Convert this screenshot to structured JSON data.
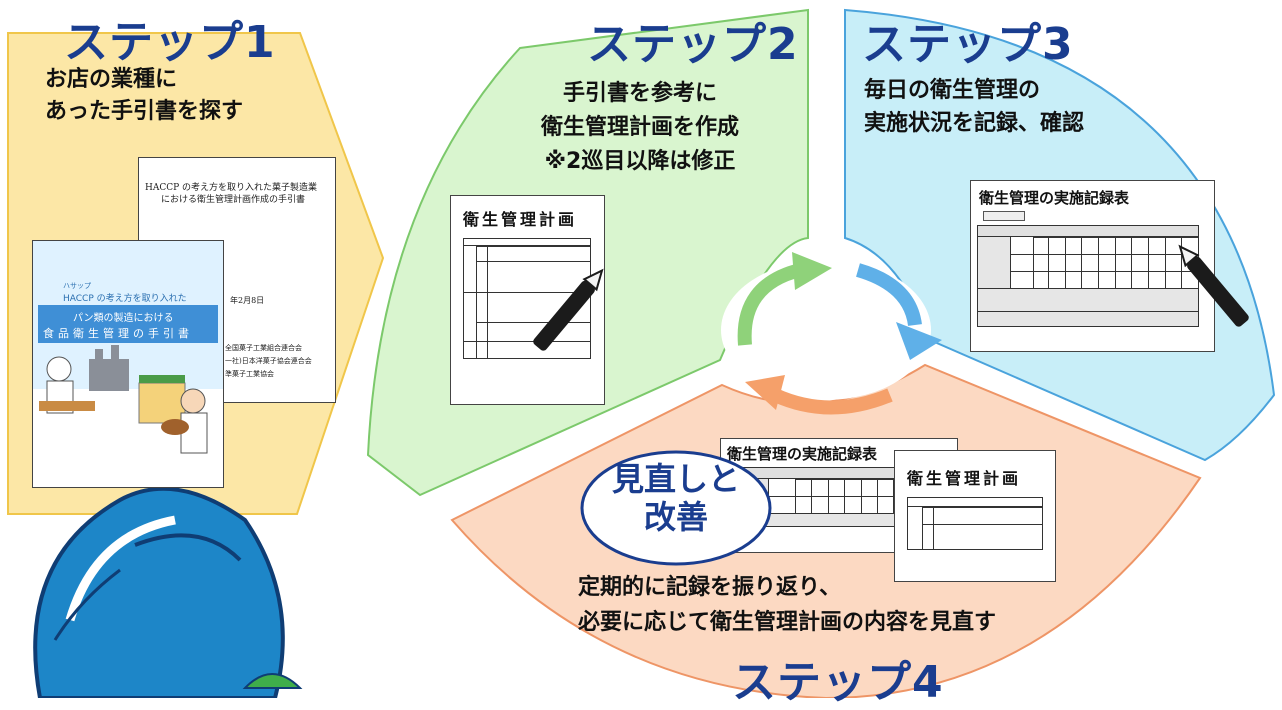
{
  "step1": {
    "title": "ステップ1",
    "desc_line1": "お店の業種に",
    "desc_line2": "あった手引書を探す",
    "back_doc_line1": "HACCP の考え方を取り入れた菓子製造業",
    "back_doc_line2": "における衛生管理計画作成の手引書",
    "back_doc_date": "年2月8日",
    "back_doc_org1": "全国菓子工業組合連合会",
    "back_doc_org2": "一社)日本洋菓子協会連合会",
    "back_doc_org3": "準菓子工業協会",
    "front_doc_ruby": "ハサップ",
    "front_doc_line1": "HACCP の考え方を取り入れた",
    "front_doc_band1": "パン類の製造における",
    "front_doc_band2": "食品衛生管理の手引書"
  },
  "step2": {
    "title": "ステップ2",
    "desc_line1": "手引書を参考に",
    "desc_line2": "衛生管理計画を作成",
    "desc_line3": "※2巡目以降は修正",
    "doc_title": "衛生管理計画"
  },
  "step3": {
    "title": "ステップ3",
    "desc_line1": "毎日の衛生管理の",
    "desc_line2": "実施状況を記録、確認",
    "doc_title": "衛生管理の実施記録表"
  },
  "step4": {
    "title": "ステップ4",
    "badge_line1": "見直しと",
    "badge_line2": "改善",
    "desc_line1": "定期的に記録を振り返り、",
    "desc_line2": "必要に応じて衛生管理計画の内容を見直す",
    "doc_record_title": "衛生管理の実施記録表",
    "doc_plan_title": "衛生管理計画"
  },
  "colors": {
    "step1_fill": "#fce7a6",
    "step1_border": "#f0c64a",
    "step2_fill": "#d9f5cf",
    "step2_border": "#7cc96b",
    "step3_fill": "#c8eef8",
    "step3_border": "#4aa3dc",
    "step4_fill": "#fcd9c2",
    "step4_border": "#ee9566",
    "title_blue": "#1a3d8f",
    "mascot_blue": "#1d86c8"
  },
  "icons": [
    "pen-icon",
    "cycle-arrows-icon",
    "mascot-drop-icon",
    "baker-illustration",
    "factory-illustration"
  ]
}
